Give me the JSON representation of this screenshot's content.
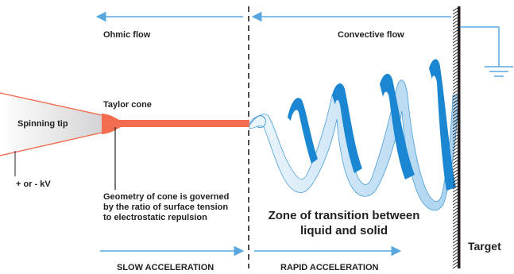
{
  "labels": {
    "ohmic_flow": "Ohmic flow",
    "convective_flow": "Convective flow",
    "taylor_cone": "Taylor cone",
    "spinning_tip": "Spinning tip",
    "voltage": "+ or - kV",
    "cone_geometry": "Geometry of cone is governed\nby the ratio of surface tension\nto electrostatic repulsion",
    "transition_zone": "Zone of transition between\nliquid and solid",
    "target": "Target",
    "slow_acceleration": "SLOW ACCELERATION",
    "rapid_acceleration": "RAPID ACCELERATION"
  },
  "colors": {
    "arrow": "#5aa7e0",
    "jet": "#f26c50",
    "cone_edge": "#f26c50",
    "spiral_dark": "#1b86d2",
    "spiral_light": "#d6ebf8",
    "text": "#231f20"
  }
}
